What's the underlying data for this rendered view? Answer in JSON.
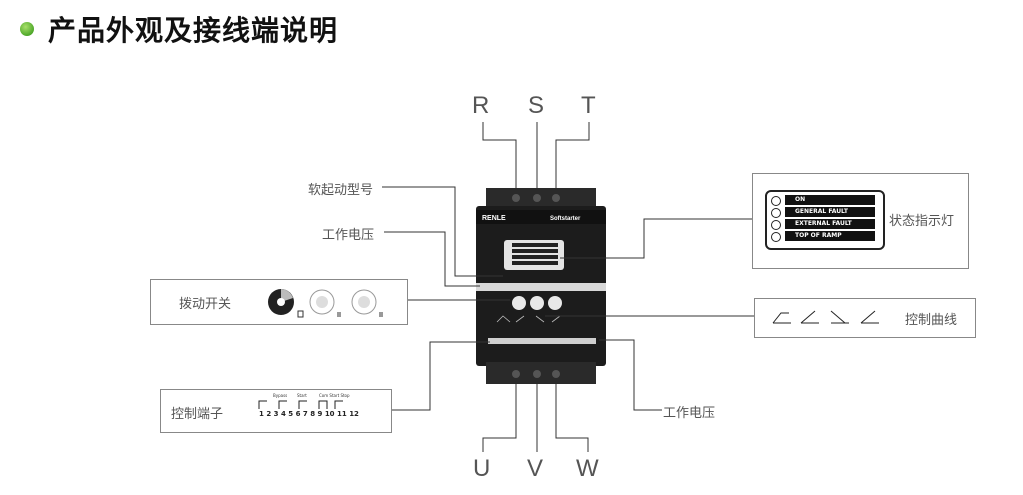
{
  "title": "产品外观及接线端说明",
  "phases_in": [
    "R",
    "S",
    "T"
  ],
  "phases_out": [
    "U",
    "V",
    "W"
  ],
  "device": {
    "brand": "RENLE",
    "model_label": "Softstarter",
    "led_labels": [
      "ON",
      "GENERAL FAULT",
      "EXTERNAL FAULT",
      "TOP OF RAMP"
    ]
  },
  "callouts": {
    "model": "软起动型号",
    "voltage_top": "工作电压",
    "dip": "拨动开关",
    "control_terminal": "控制端子",
    "voltage_bottom": "工作电压",
    "status_led": "状态指示灯",
    "control_curve": "控制曲线"
  },
  "terminal_box": {
    "headers": [
      "Bypass",
      "Start",
      "Com Start Stop"
    ],
    "numbers": [
      "1",
      "2",
      "3",
      "4",
      "5",
      "6",
      "7",
      "8",
      "9",
      "10",
      "11",
      "12"
    ]
  },
  "colors": {
    "accent_green": "#4fa82a",
    "device_body": "#1e1e1e",
    "line": "#444444"
  }
}
